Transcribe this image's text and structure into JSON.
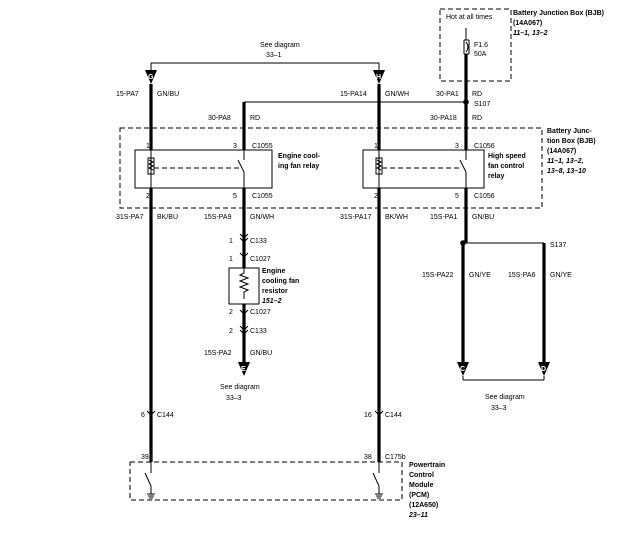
{
  "bjb_top": {
    "hot_label": "Hot at all times",
    "title": "Battery Junction Box (BJB)",
    "code": "(14A067)",
    "ref": "11–1, 13–2",
    "fuse_name": "F1.6",
    "fuse_rating": "50A"
  },
  "see_diagram_top": {
    "line1": "See diagram",
    "line2": "33–1"
  },
  "connector_g": "G",
  "connector_h": "H",
  "wires": {
    "left_top_circuit": "15-PA7",
    "left_top_color": "GN/BU",
    "mid_top_circuit": "15-PA14",
    "mid_top_color": "GN/WH",
    "right_top_circuit": "30-PA1",
    "right_top_color": "RD",
    "splice_s107": "S107",
    "pa8_circuit": "30-PA8",
    "pa8_color": "RD",
    "pa18_circuit": "30-PA18",
    "pa18_color": "RD"
  },
  "bjb_side": {
    "title1": "Battery Junc-",
    "title2": "tion Box (BJB)",
    "code": "(14A067)",
    "ref1": "11–1, 13–2,",
    "ref2": "13–8, 13–10"
  },
  "relay1": {
    "pin1": "1",
    "pin3": "3",
    "conn_top": "C1055",
    "name1": "Engine cool-",
    "name2": "ing fan relay",
    "pin2": "2",
    "pin5": "5",
    "conn_bottom": "C1055"
  },
  "relay2": {
    "pin1": "1",
    "pin3": "3",
    "conn_top": "C1056",
    "name1": "High speed",
    "name2": "fan control",
    "name3": "relay",
    "pin2": "2",
    "pin5": "5",
    "conn_bottom": "C1056"
  },
  "wires_low": {
    "pa7_circuit": "31S-PA7",
    "pa7_color": "BK/BU",
    "pa9_circuit": "15S-PA9",
    "pa9_color": "GN/WH",
    "pa17_circuit": "31S-PA17",
    "pa17_color": "BK/WH",
    "pa1_circuit": "15S-PA1",
    "pa1_color": "GN/BU",
    "c133_pin_a": "1",
    "c133_a": "C133",
    "c1027_pin_a": "1",
    "c1027_a": "C1027",
    "c1027_pin_b": "2",
    "c1027_b": "C1027",
    "c133_pin_b": "2",
    "c133_b": "C133",
    "pa2_circuit": "15S-PA2",
    "pa2_color": "GN/BU",
    "splice_s137": "S137",
    "pa22_circuit": "15S-PA22",
    "pa22_color": "GN/YE",
    "pa6_circuit": "15S-PA6",
    "pa6_color": "GN/YE"
  },
  "resistor": {
    "name1": "Engine",
    "name2": "cooling fan",
    "name3": "resistor",
    "ref": "151–2"
  },
  "connector_e": "E",
  "connector_c": "C",
  "connector_d": "D",
  "see_diagram_e": {
    "line1": "See diagram",
    "line2": "33–3"
  },
  "see_diagram_cd": {
    "line1": "See diagram",
    "line2": "33–3"
  },
  "c144_left": {
    "pin": "6",
    "conn": "C144"
  },
  "c144_mid": {
    "pin": "16",
    "conn": "C144"
  },
  "pcm_pins": {
    "left_pin": "39",
    "mid_pin": "38",
    "conn": "C175b"
  },
  "pcm": {
    "name1": "Powertrain",
    "name2": "Control",
    "name3": "Module",
    "name4": "(PCM)",
    "code": "(12A650)",
    "ref": "23–11"
  }
}
